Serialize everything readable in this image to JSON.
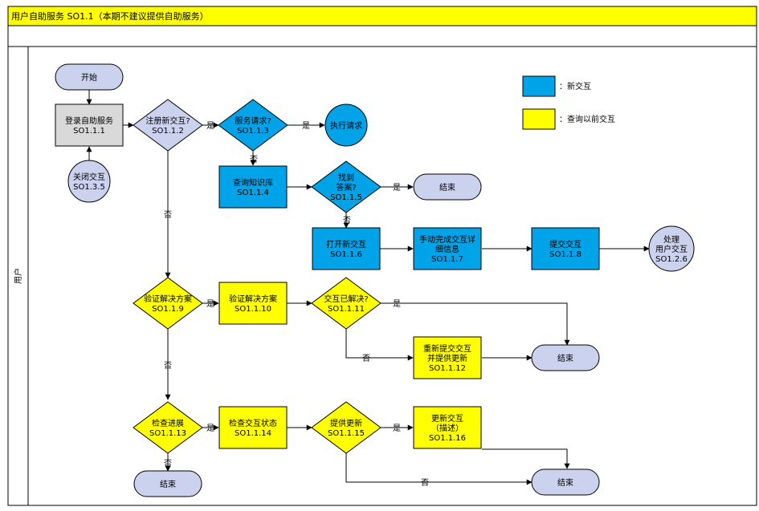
{
  "title": "用户自助服务 SO1.1（本期不建议提供自助服务）",
  "lane_label": "用户",
  "colors": {
    "title_bg": "#FFFF00",
    "blue": "#00A2E8",
    "yellow": "#FFFF00",
    "lavender": "#CBD2EE",
    "gray": "#D9D9D9"
  },
  "legend": [
    {
      "color": "#00A2E8",
      "label": "：新交互"
    },
    {
      "color": "#FFFF00",
      "label": "：查询以前交互"
    }
  ],
  "nodes": {
    "start": {
      "lines": [
        "开始"
      ]
    },
    "login": {
      "lines": [
        "登录自助服务",
        "SO1.1.1"
      ]
    },
    "close": {
      "lines": [
        "关闭交互",
        "SO1.3.5"
      ]
    },
    "register": {
      "lines": [
        "注册新交互?",
        "SO1.1.2"
      ]
    },
    "service": {
      "lines": [
        "服务请求?",
        "SO1.1.3"
      ]
    },
    "execute": {
      "lines": [
        "执行请求"
      ]
    },
    "kb": {
      "lines": [
        "查询知识库",
        "SO1.1.4"
      ]
    },
    "found": {
      "lines": [
        "找到",
        "答案?",
        "SO1.1.5"
      ]
    },
    "end1": {
      "lines": [
        "结束"
      ]
    },
    "open": {
      "lines": [
        "打开新交互",
        "SO1.1.6"
      ]
    },
    "manual": {
      "lines": [
        "手动完成交互详",
        "细信息",
        "SO1.1.7"
      ]
    },
    "submit": {
      "lines": [
        "提交交互",
        "SO1.1.8"
      ]
    },
    "handle": {
      "lines": [
        "处理",
        "用户交互",
        "SO1.2.6"
      ]
    },
    "verify": {
      "lines": [
        "验证解决方案",
        "SO1.1.9"
      ]
    },
    "verify2": {
      "lines": [
        "验证解决方案",
        "SO1.1.10"
      ]
    },
    "solved": {
      "lines": [
        "交互已解决?",
        "SO1.1.11"
      ]
    },
    "resubmit": {
      "lines": [
        "重新提交交互",
        "并提供更新",
        "SO1.1.12"
      ]
    },
    "end2": {
      "lines": [
        "结束"
      ]
    },
    "check": {
      "lines": [
        "检查进展",
        "SO1.1.13"
      ]
    },
    "status": {
      "lines": [
        "检查交互状态",
        "SO1.1.14"
      ]
    },
    "provide": {
      "lines": [
        "提供更新",
        "SO1.1.15"
      ]
    },
    "update": {
      "lines": [
        "更新交互",
        "（描述）",
        "SO1.1.16"
      ]
    },
    "end3": {
      "lines": [
        "结束"
      ]
    },
    "end4": {
      "lines": [
        "结束"
      ]
    }
  },
  "edge_labels": {
    "yes": "是",
    "no": "否"
  }
}
